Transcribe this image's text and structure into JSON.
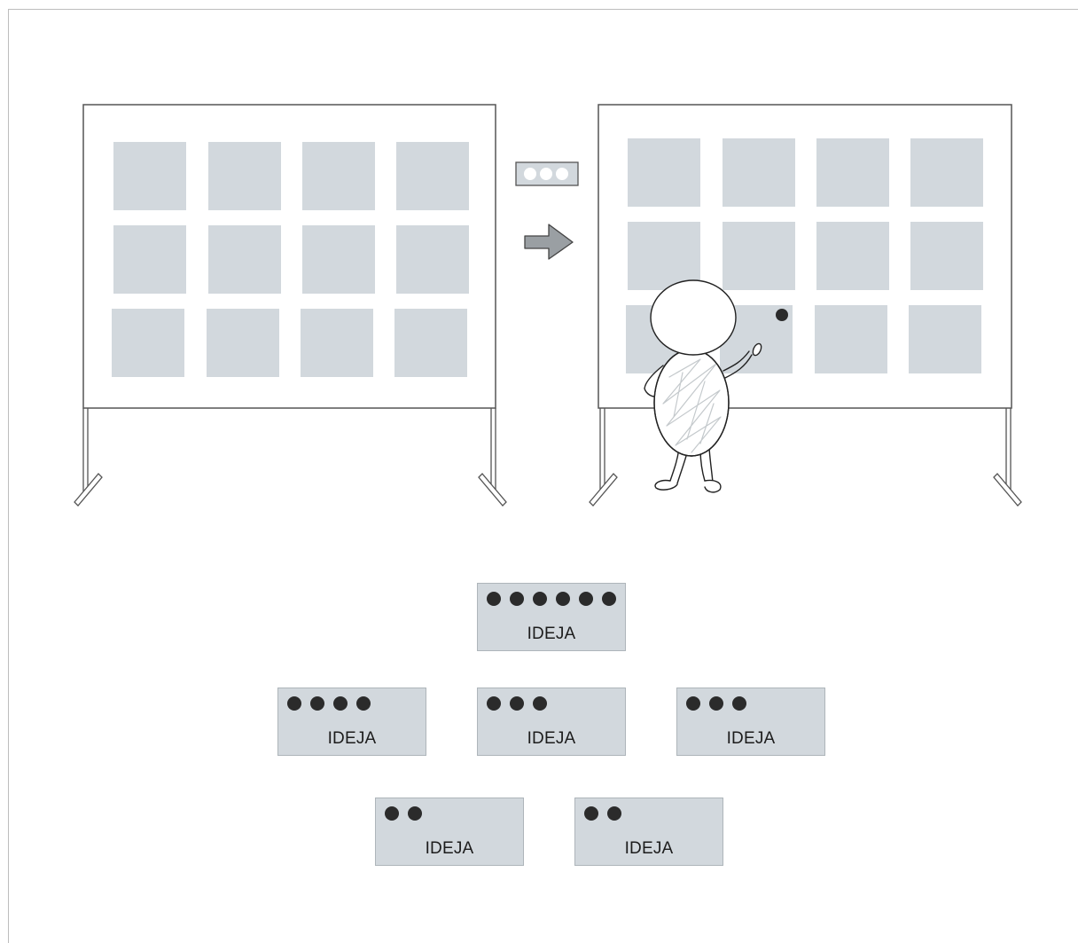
{
  "colors": {
    "board_line": "#555555",
    "note_fill": "#d2d8dd",
    "arrow_fill": "#9a9fa3",
    "vote_dot": "#2b2b2b",
    "character_scribble": "#c4c9cc"
  },
  "icons": [
    "dot-sticker-strip-icon",
    "right-arrow-icon",
    "person-with-marker-icon"
  ],
  "sticker_strip": {
    "dots": 3
  },
  "cards": [
    {
      "label": "IDEJA",
      "votes": 6
    },
    {
      "label": "IDEJA",
      "votes": 4
    },
    {
      "label": "IDEJA",
      "votes": 3
    },
    {
      "label": "IDEJA",
      "votes": 3
    },
    {
      "label": "IDEJA",
      "votes": 2
    },
    {
      "label": "IDEJA",
      "votes": 2
    }
  ]
}
